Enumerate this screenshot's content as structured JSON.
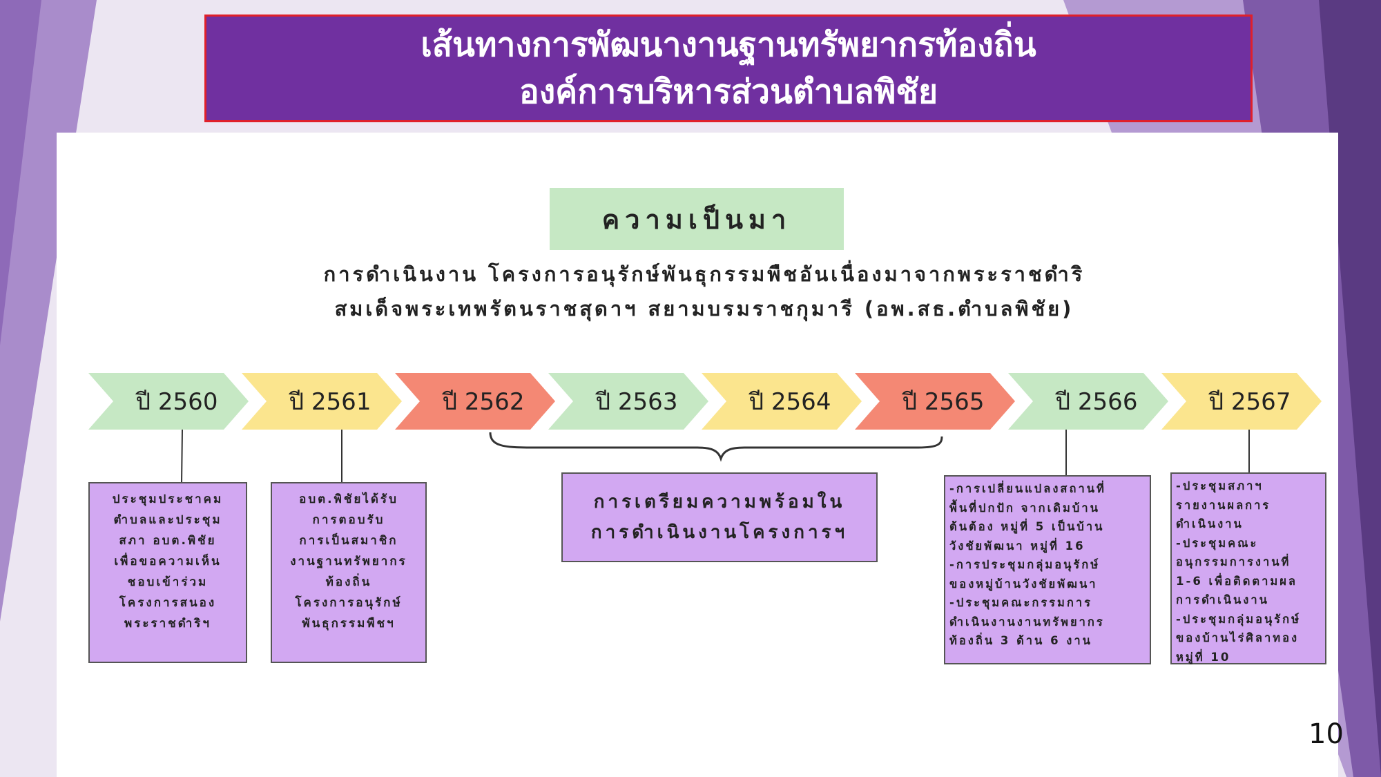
{
  "title": {
    "line1": "เส้นทางการพัฒนางานฐานทรัพยากรท้องถิ่น",
    "line2": "องค์การบริหารส่วนตำบลพิชัย"
  },
  "heading": "ความเป็นมา",
  "intro": {
    "line1": "การดำเนินงาน โครงการอนุรักษ์พันธุกรรมพืชอันเนื่องมาจากพระราชดำริ",
    "line2": "สมเด็จพระเทพรัตนราชสุดาฯ สยามบรมราชกุมารี (อพ.สธ.ตำบลพิชัย)"
  },
  "colors": {
    "green": "#c6e8c4",
    "yellow": "#fbe58e",
    "red": "#f48874",
    "note": "#d2a8f2",
    "title_bg": "#7030a0"
  },
  "timeline": [
    {
      "label": "ปี 2560",
      "color": "green"
    },
    {
      "label": "ปี 2561",
      "color": "yellow"
    },
    {
      "label": "ปี 2562",
      "color": "red"
    },
    {
      "label": "ปี 2563",
      "color": "green"
    },
    {
      "label": "ปี 2564",
      "color": "yellow"
    },
    {
      "label": "ปี 2565",
      "color": "red"
    },
    {
      "label": "ปี 2566",
      "color": "green"
    },
    {
      "label": "ปี 2567",
      "color": "yellow"
    }
  ],
  "notes": {
    "y2560": "ประชุมประชาคม\nตำบลและประชุม\nสภา อบต.พิชัย\nเพื่อขอความเห็น\nชอบเข้าร่วม\nโครงการสนอง\nพระราชดำริฯ",
    "y2561": "อบต.พิชัยได้รับ\nการตอบรับ\nการเป็นสมาชิก\nงานฐานทรัพยากร\nท้องถิ่น\nโครงการอนุรักษ์\nพันธุกรรมพืชฯ",
    "y2562_2565": "การเตรียมความพร้อมใน\nการดำเนินงานโครงการฯ",
    "y2566": "-การเปลี่ยนแปลงสถานที่\nพื้นที่ปกปัก จากเดิมบ้าน\nต้นต้อง หมู่ที่ 5 เป็นบ้าน\nวังชัยพัฒนา หมู่ที่ 16\n-การประชุมกลุ่มอนุรักษ์\nของหมู่บ้านวังชัยพัฒนา\n-ประชุมคณะกรรมการ\nดำเนินงานงานทรัพยากร\nท้องถิ่น 3 ด้าน 6 งาน",
    "y2567": "-ประชุมสภาฯ\nรายงานผลการ\nดำเนินงาน\n-ประชุมคณะ\nอนุกรรมการงานที่\n1-6 เพื่อติดตามผล\nการดำเนินงาน\n-ประชุมกลุ่มอนุรักษ์\nของบ้านไร่ศิลาทอง\nหมู่ที่ 10"
  },
  "page_number": "10"
}
